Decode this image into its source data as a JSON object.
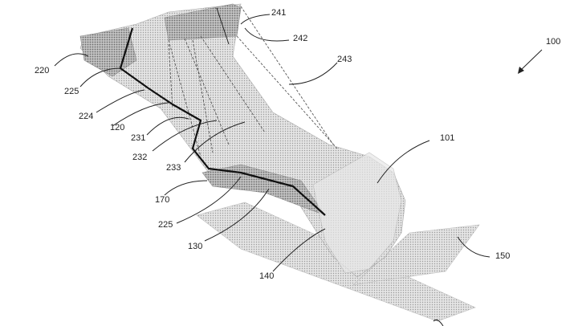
{
  "figure": {
    "ref_100": "100",
    "ref_101": "101",
    "ref_120": "120",
    "ref_130": "130",
    "ref_140": "140",
    "ref_150": "150",
    "ref_170": "170",
    "ref_220": "220",
    "ref_224": "224",
    "ref_225_top": "225",
    "ref_225_bottom": "225",
    "ref_231": "231",
    "ref_232": "232",
    "ref_233": "233",
    "ref_241": "241",
    "ref_242": "242",
    "ref_243": "243"
  },
  "colors": {
    "line": "#222222",
    "fill_light": "#d4d4d4",
    "fill_mid": "#b4b4b4",
    "fill_dark": "#8c8c8c",
    "background": "#ffffff"
  }
}
